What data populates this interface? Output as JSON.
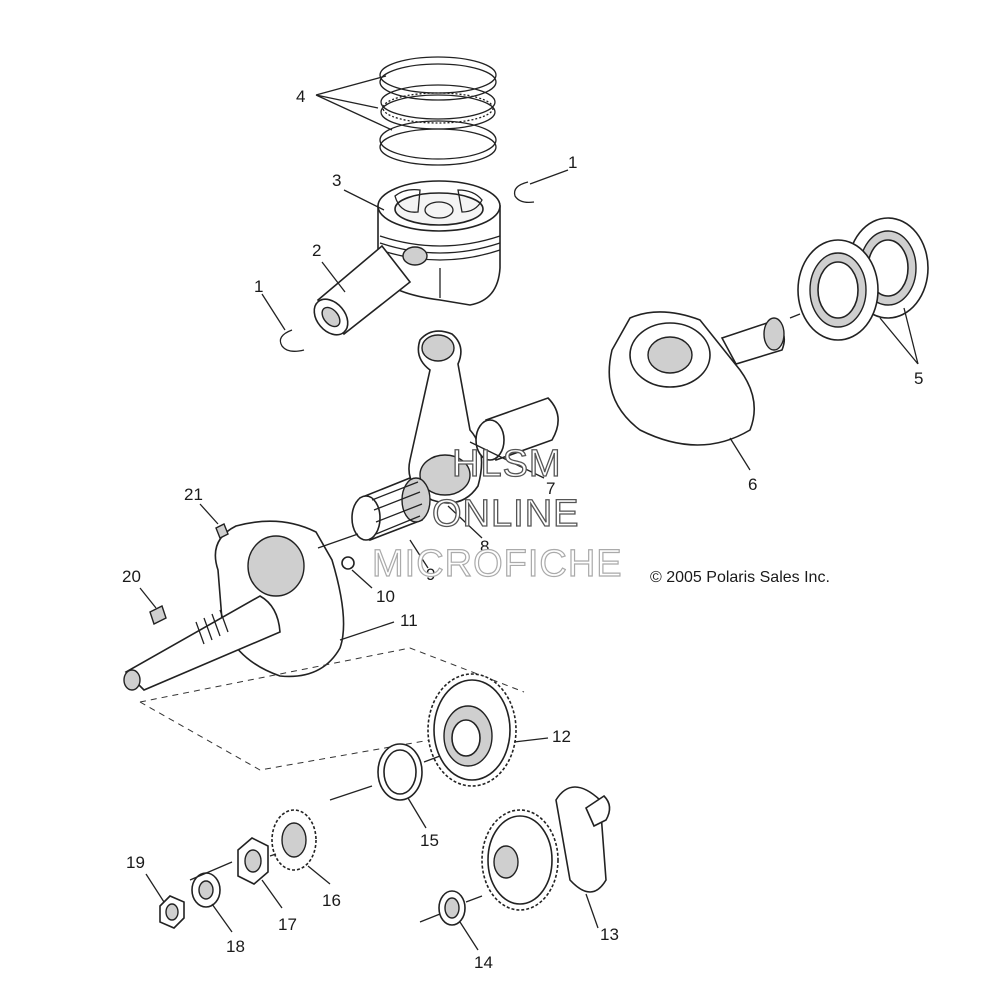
{
  "copyright": "© 2005 Polaris Sales Inc.",
  "watermark": {
    "line1": "HLSM",
    "line2": "ONLINE",
    "line3": "MICROFICHE"
  },
  "callouts": [
    {
      "id": "c4",
      "text": "4"
    },
    {
      "id": "c1a",
      "text": "1"
    },
    {
      "id": "c3",
      "text": "3"
    },
    {
      "id": "c2",
      "text": "2"
    },
    {
      "id": "c1b",
      "text": "1"
    },
    {
      "id": "c5",
      "text": "5"
    },
    {
      "id": "c6",
      "text": "6"
    },
    {
      "id": "c7",
      "text": "7"
    },
    {
      "id": "c8",
      "text": "8"
    },
    {
      "id": "c9",
      "text": "9"
    },
    {
      "id": "c10",
      "text": "10"
    },
    {
      "id": "c11",
      "text": "11"
    },
    {
      "id": "c12",
      "text": "12"
    },
    {
      "id": "c13",
      "text": "13"
    },
    {
      "id": "c14",
      "text": "14"
    },
    {
      "id": "c15",
      "text": "15"
    },
    {
      "id": "c16",
      "text": "16"
    },
    {
      "id": "c17",
      "text": "17"
    },
    {
      "id": "c18",
      "text": "18"
    },
    {
      "id": "c19",
      "text": "19"
    },
    {
      "id": "c20",
      "text": "20"
    },
    {
      "id": "c21",
      "text": "21"
    }
  ]
}
